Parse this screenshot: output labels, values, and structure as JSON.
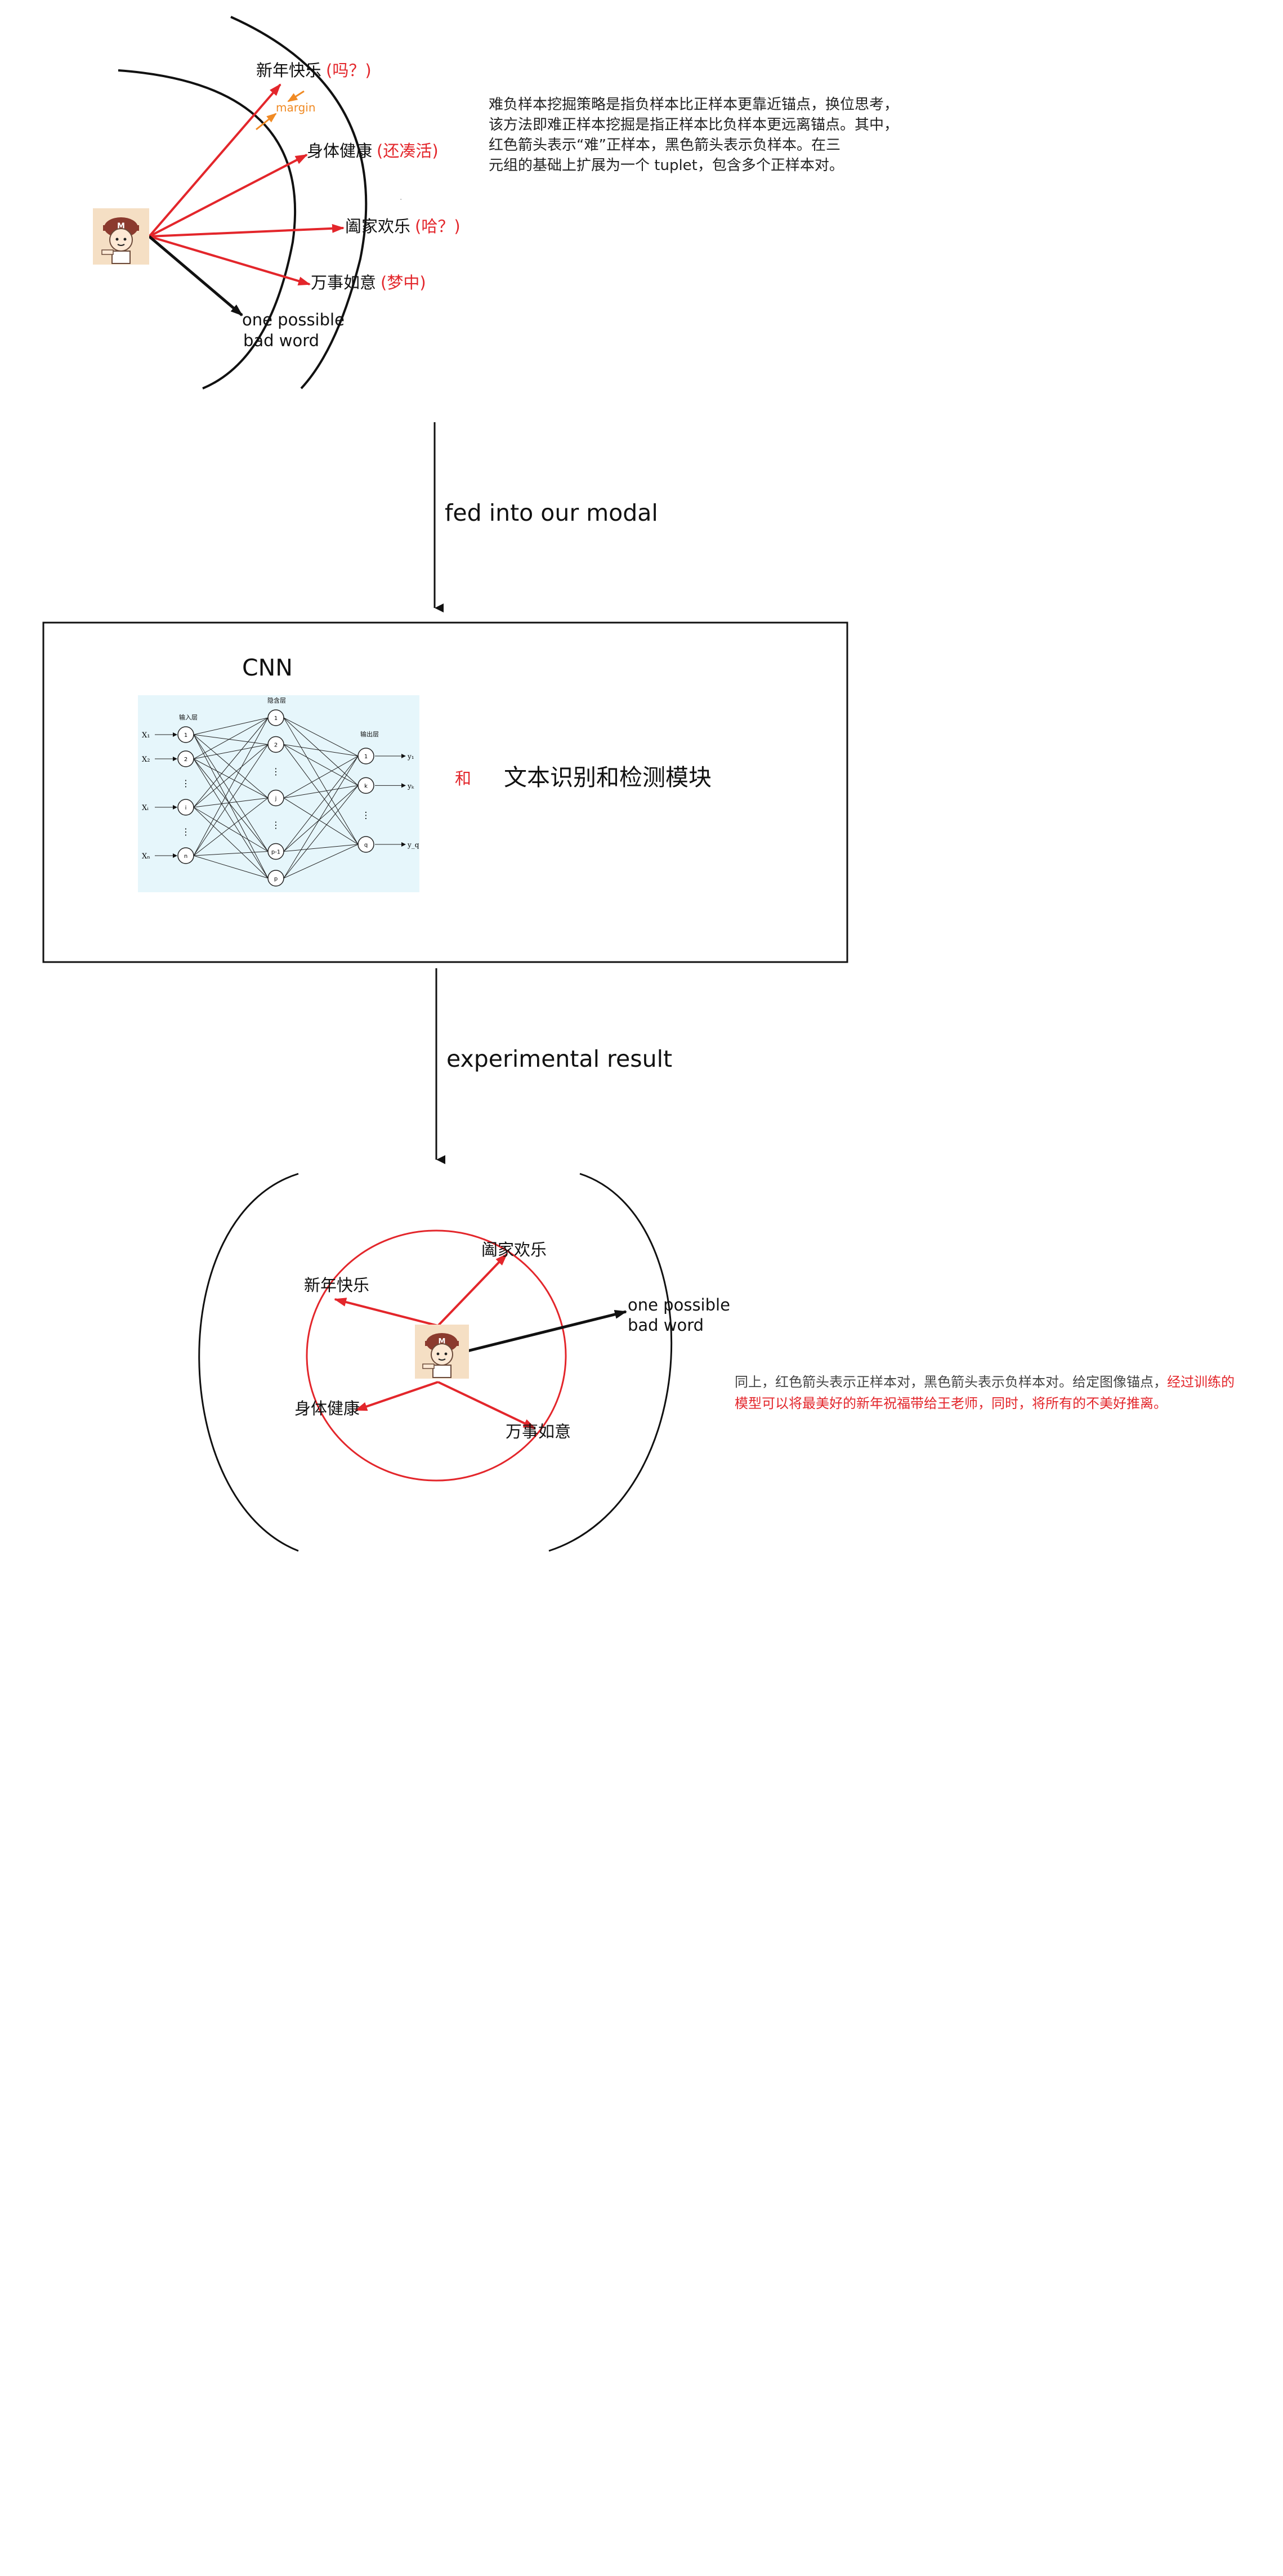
{
  "top": {
    "words": [
      {
        "text": "新年快乐",
        "note": "(吗？)"
      },
      {
        "text": "身体健康",
        "note": "(还凑活)"
      },
      {
        "text": "阖家欢乐",
        "note": "(哈？)"
      },
      {
        "text": "万事如意",
        "note": "(梦中)"
      }
    ],
    "margin_label": "margin",
    "bad_word_line1": "one possible",
    "bad_word_line2": "bad word",
    "description": [
      "难负样本挖掘策略是指负样本比正样本更靠近锚点，换位思考，",
      "该方法即难正样本挖掘是指正样本比负样本更远离锚点。其中，",
      "红色箭头表示“难”正样本，黑色箭头表示负样本。在三",
      "元组的基础上扩展为一个 tuplet，包含多个正样本对。"
    ],
    "stray_mark": "."
  },
  "arrow1_label": "fed into our modal",
  "model": {
    "cnn_label": "CNN",
    "and_label": "和",
    "module_label": "文本识别和检测模块",
    "nn_input_title": "输入层",
    "nn_hidden_title": "隐含层",
    "nn_output_title": "输出层",
    "nn_inputs": [
      "X₁",
      "X₂",
      "Xᵢ",
      "Xₙ"
    ],
    "nn_input_nodes": [
      "1",
      "2",
      "⋮",
      "i",
      "⋮",
      "n"
    ],
    "nn_hidden_nodes": [
      "1",
      "2",
      "⋮",
      "j",
      "⋮",
      "p-1",
      "p"
    ],
    "nn_output_nodes": [
      "1",
      "k",
      "⋮",
      "q"
    ],
    "nn_outputs": [
      "y₁",
      "yₖ",
      "y_q"
    ]
  },
  "arrow2_label": "experimental result",
  "bottom": {
    "words": [
      "阖家欢乐",
      "新年快乐",
      "身体健康",
      "万事如意"
    ],
    "bad_word_line1": "one possible",
    "bad_word_line2": "bad word",
    "desc_line1_gray": "同上，红色箭头表示正样本对，黑色箭头表示负样本对。给定图像锚点，",
    "desc_line1_red": "经过训练的",
    "desc_line2_red": "模型可以将最美好的新年祝福带给王老师，同时，将所有的不美好推离。"
  },
  "colors": {
    "red": "#e3262b",
    "orange": "#f08a24",
    "black": "#111111",
    "nn_bg": "#e6f6fb"
  }
}
